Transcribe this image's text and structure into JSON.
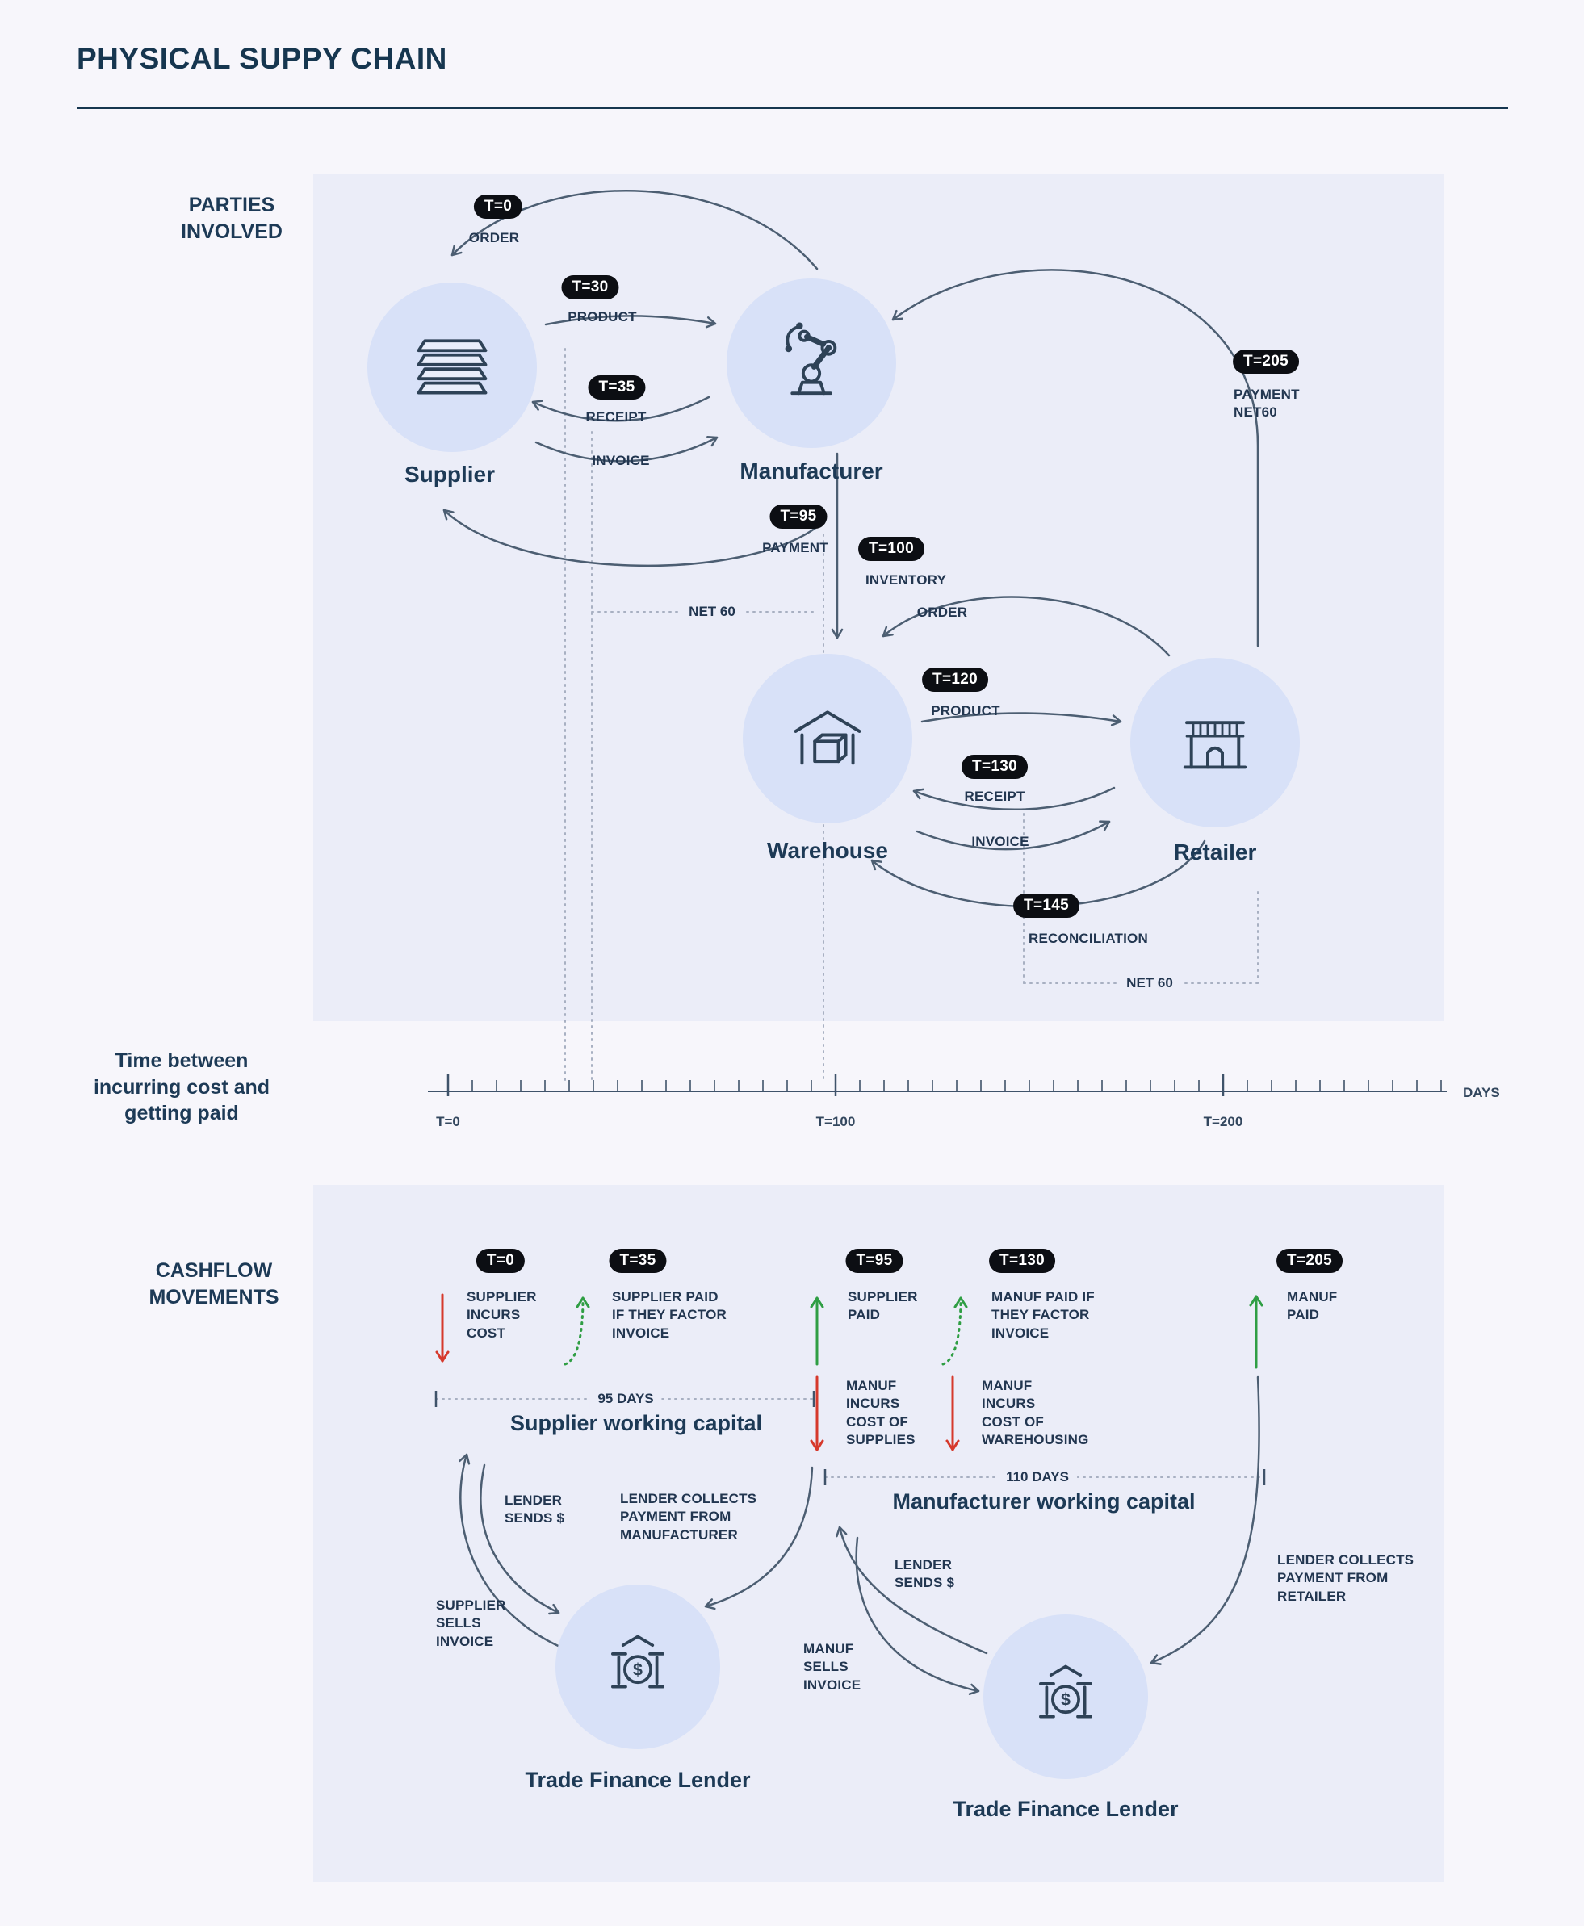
{
  "colors": {
    "navy": "#1d3a56",
    "arrow": "#4c5e72",
    "red": "#d6392c",
    "green": "#2f9e44",
    "badge_bg": "#0c0e13",
    "panel": "#ebedf8",
    "node_fill": "#d8e1f8"
  },
  "page": {
    "title": "PHYSICAL SUPPY CHAIN"
  },
  "side_labels": {
    "parties": "PARTIES\nINVOLVED",
    "timeline": "Time between\nincurring cost and\ngetting paid",
    "cashflow": "CASHFLOW\nMOVEMENTS"
  },
  "parties": {
    "supplier": "Supplier",
    "manufacturer": "Manufacturer",
    "warehouse": "Warehouse",
    "retailer": "Retailer"
  },
  "badges": {
    "t0": "T=0",
    "t30": "T=30",
    "t35": "T=35",
    "t95": "T=95",
    "t100": "T=100",
    "t120": "T=120",
    "t130": "T=130",
    "t145": "T=145",
    "t205": "T=205"
  },
  "events": {
    "order1": "ORDER",
    "product1": "PRODUCT",
    "receipt1": "RECEIPT",
    "invoice1": "INVOICE",
    "payment1": "PAYMENT",
    "payment_net60": "PAYMENT\nNET60",
    "net60_top": "NET 60",
    "inventory": "INVENTORY",
    "order2": "ORDER",
    "product2": "PRODUCT",
    "receipt2": "RECEIPT",
    "invoice2": "INVOICE",
    "reconciliation": "RECONCILIATION",
    "net60_bottom": "NET 60"
  },
  "timeline": {
    "t0": "T=0",
    "t100": "T=100",
    "t200": "T=200",
    "unit": "DAYS"
  },
  "cashflow": {
    "badges": {
      "t0": "T=0",
      "t35": "T=35",
      "t95": "T=95",
      "t130": "T=130",
      "t205": "T=205"
    },
    "supplier_incurs": "SUPPLIER\nINCURS\nCOST",
    "supplier_paid_factor": "SUPPLIER PAID\nIF THEY FACTOR\nINVOICE",
    "supplier_paid": "SUPPLIER\nPAID",
    "manuf_incurs_supplies": "MANUF\nINCURS\nCOST OF\nSUPPLIES",
    "manuf_paid_factor": "MANUF PAID IF\nTHEY FACTOR\nINVOICE",
    "manuf_incurs_warehousing": "MANUF\nINCURS\nCOST OF\nWAREHOUSING",
    "manuf_paid": "MANUF\nPAID",
    "supplier_wc_days": "95 DAYS",
    "supplier_wc_label": "Supplier working capital",
    "manuf_wc_days": "110 DAYS",
    "manuf_wc_label": "Manufacturer working capital",
    "lender1": {
      "sends": "LENDER\nSENDS $",
      "collects": "LENDER COLLECTS\nPAYMENT FROM\nMANUFACTURER",
      "sells": "SUPPLIER\nSELLS\nINVOICE",
      "name": "Trade Finance Lender"
    },
    "lender2": {
      "sends": "LENDER\nSENDS $",
      "collects": "LENDER COLLECTS\nPAYMENT FROM\nRETAILER",
      "sells": "MANUF\nSELLS\nINVOICE",
      "name": "Trade Finance Lender"
    }
  },
  "icons": {
    "dollar": "$"
  }
}
